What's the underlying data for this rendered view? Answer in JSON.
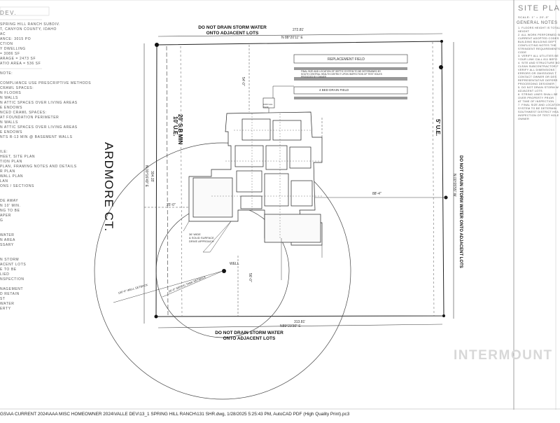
{
  "sheet": {
    "left_title": "DEV.",
    "right_title": "SITE PLA",
    "right_scale": "SCALE: 1\" = 20'-0\"",
    "right_general_heading": "GENERAL NOTES",
    "watermark": "INTERMOUNT",
    "footer_path": "GS\\AA CURRENT 2024\\AAA MISC HOMEOWNER 2024\\VALLE DEV\\13_1 SPRING HILL RANCH\\131 SHR.dwg, 1/28/2025 5:25:43 PM, AutoCAD PDF (High Quality Print).pc3"
  },
  "left_notes": [
    "SPRING HILL RANCH SUBDIV.",
    "T, CANYON COUNTY, IDAHO",
    "   AC",
    "ANCE: 3015 PO",
    "CTION",
    "Y DWELLING",
    "= 3086 SF",
    "ARAGE = 2473 SF",
    "ATIO AREA = 536 SF",
    "",
    "NOTE:",
    "",
    "COMPLIANCE USE PRESCRIPTIVE METHODS",
    "CRAWL SPACES:",
    "N FLOORS",
    "N WALLS",
    "N ATTIC SPACES OVER LIVING AREAS",
    "E ENDOWS",
    "NCED CRAWL SPACES:",
    "AT FOUNDATION PERIMETER",
    "N WALLS",
    "N ATTIC SPACES OVER LIVING AREAS",
    "E ENDOWS",
    "NTS R-13 MIN @ BASEMENT WALLS",
    "",
    "",
    "ILE:",
    "HEET, SITE PLAN",
    "TION PLAN",
    "PLAN, FRAMING NOTES AND DETAILS",
    "R PLAN",
    "WALL PLAN",
    "LAN",
    "ONS / SECTIONS",
    "",
    "",
    "DE AWAY",
    "N 10' MIN.",
    "NG TO BE",
    "APER",
    "G",
    "",
    "",
    "WATER",
    "N AREA",
    "SSARY",
    "",
    "",
    "N STORM",
    "ACENT LOTS",
    "E TO BE",
    "LIED",
    "NSPECTION",
    "",
    "NAGEMENT",
    "D RETAIN",
    "ST",
    "WATER",
    "ERTY"
  ],
  "right_notes": [
    "1. FLOORS HEIGHT IS TOTAL OF",
    "   HEIGHT",
    "2. ALL WORK PERFORMED SHALL",
    "   CURRENT ADOPTED CODES",
    "   BUILDING BUILDING DEPT",
    "   CONFLICTING NOTES THE",
    "   STRINGENT REQUIREMENTS",
    "   CODE",
    "3. VERIFY ALL UTILITIES BE",
    "   YOUR LINK CALL 811 BEFO",
    "4. SITE AND STRUCTURE BO",
    "   CLEAN SUBCONTRACTOR F",
    "   VERIFY ALL DIMENSIONS",
    "   ERRORS OR OMISSIONS T",
    "   CONTACT OWNER OR DES",
    "   REPRESENTATIVE DEFERR",
    "   PROCEEDING DESIGNER",
    "5. DO NOT DRAIN STORM W",
    "   ADJACENT LOTS",
    "6. STRING LINES SHALL BE",
    "   OVER PROPERTY PRIOR",
    "   AT TIME OF INSPECTION",
    "7. FINAL SIZE AND LOCATION",
    "   SYSTEM TO BE DETERMIN",
    "   SOUTHWEST DISTRICT HEA",
    "   INSPECTION OF TEST HOLE",
    "   OWNER"
  ],
  "site": {
    "street_name": "ARDMORE CT.",
    "drain_note_top": "DO NOT DRAIN STORM WATER\nONTO ADJACENT LOTS",
    "drain_note_bottom": "DO NOT DRAIN STORM WATER\nONTO ADJACENT LOTS",
    "drain_note_right": "DO NOT DRAIN STORM WATER ONTO ADJACENT LOTS",
    "setback_front": "20' S.B MIN",
    "ue_left": "10' U.E.",
    "ue_right": "5' U.E.",
    "bearing_top": "N 88°20'11\" E",
    "dist_top": "272.81'",
    "bearing_bottom": "N89°23'30\" E",
    "dist_bottom": "313.81'",
    "bearing_left": "N 00°16'49\" E",
    "dist_left": "304.15'",
    "bearing_right": "N 00°05'55\" W",
    "replacement_field": "REPLACEMENT FIELD",
    "septic_note": "FINAL SIZE AND LOCATION OF SEPTIC SYSTEM TO BE DETERMINED BY\nSOUTH CENTRAL HEALTH DISTRICT UPON INSPECTION OF TEST HOLES\nPROVIDED BY OWNER",
    "drain_field": "4 BED DRAIN FIELD",
    "tank_label": "1000 GAL\nTANK",
    "well_label": "WELL",
    "well_setback": "100'-0\" WELL SETBACK",
    "septic_setback": "50'-0\" SEPTIC TANK SETBACK",
    "driveway_label": "36' WIDE\n& SOLID SURFACE\nDRIVE APPROACH",
    "dim_88": "88'-4\"",
    "dim_25": "25'-0\"",
    "dim_54": "54'-0\"",
    "dim_56": "56'-0\""
  }
}
